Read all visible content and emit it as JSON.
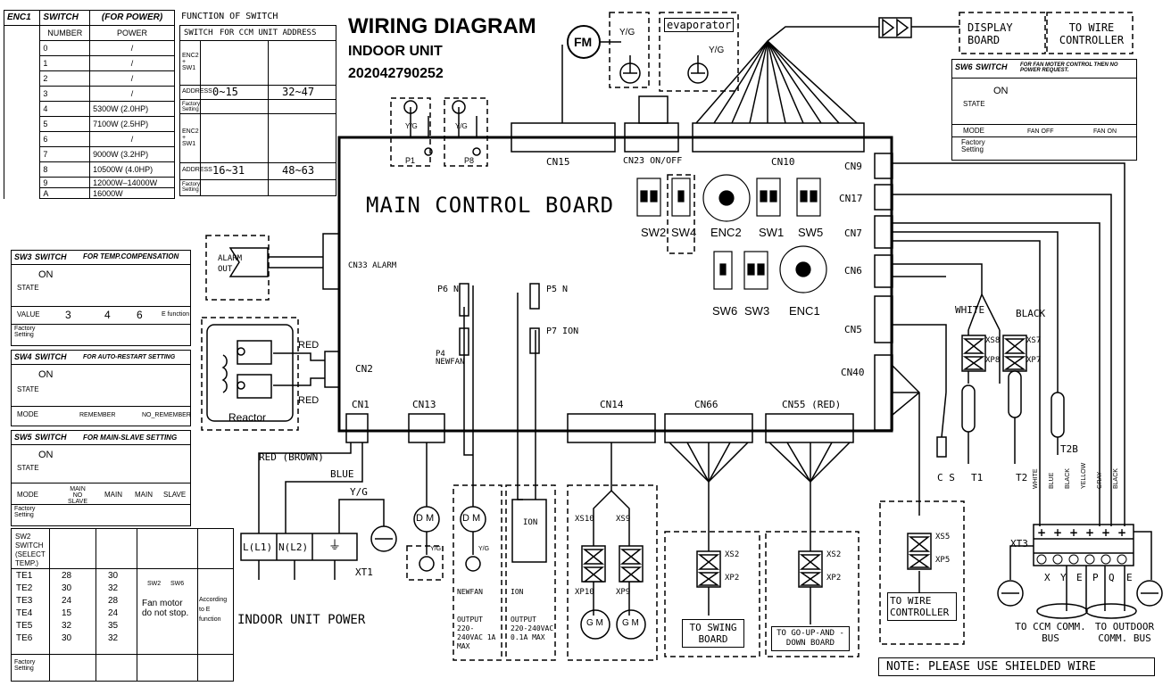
{
  "title": {
    "main": "WIRING DIAGRAM",
    "sub": "INDOOR UNIT",
    "code": "202042790252"
  },
  "enc1_table": {
    "head": [
      "ENC1",
      "SWITCH",
      "(FOR POWER)"
    ],
    "col_heads": [
      "NUMBER",
      "POWER"
    ],
    "rows": [
      [
        "0",
        "/"
      ],
      [
        "1",
        "/"
      ],
      [
        "2",
        "/"
      ],
      [
        "3",
        "/"
      ],
      [
        "4",
        "5300W  (2.0HP)"
      ],
      [
        "5",
        "7100W  (2.5HP)"
      ],
      [
        "6",
        "/"
      ],
      [
        "7",
        "9000W  (3.2HP)"
      ],
      [
        "8",
        "10500W (4.0HP)"
      ],
      [
        "9",
        "12000W–14000W"
      ],
      [
        "A",
        "16000W"
      ]
    ]
  },
  "func_switch": {
    "caption": "FUNCTION OF SWITCH",
    "head": [
      "SWITCH",
      "FOR CCM UNIT ADDRESS"
    ],
    "row_labels": [
      "ENC2 + SW1",
      "ADDRESS",
      "Factory Setting",
      "ENC2 + SW1",
      "ADDRESS",
      "Factory Setting"
    ],
    "addr1": [
      "0~15",
      "32~47"
    ],
    "addr2": [
      "16~31",
      "48~63"
    ]
  },
  "sw3_table": {
    "head": [
      "SW3",
      "SWITCH",
      "FOR TEMP.COMPENSATION"
    ],
    "state": "STATE",
    "on": "ON",
    "value_label": "VALUE",
    "values": [
      "3",
      "4",
      "6",
      "E function"
    ],
    "factory": "Factory Setting"
  },
  "sw4_table": {
    "head": [
      "SW4",
      "SWITCH",
      "FOR AUTO-RESTART SETTING"
    ],
    "state": "STATE",
    "on": "ON",
    "mode_label": "MODE",
    "modes": [
      "REMEMBER",
      "NO_REMEMBER"
    ]
  },
  "sw5_table": {
    "head": [
      "SW5",
      "SWITCH",
      "FOR MAIN-SLAVE SETTING"
    ],
    "state": "STATE",
    "on": "ON",
    "mode_label": "MODE",
    "modes": [
      "MAIN NO SLAVE",
      "MAIN",
      "MAIN",
      "SLAVE"
    ],
    "factory": "Factory Setting"
  },
  "sw2_table": {
    "head": "SW2 SWITCH (SELECT TEMP.)",
    "sub_labels": [
      "SW2",
      "SW6"
    ],
    "rows": [
      [
        "TE1",
        "28",
        "30"
      ],
      [
        "TE2",
        "30",
        "32"
      ],
      [
        "TE3",
        "24",
        "28"
      ],
      [
        "TE4",
        "15",
        "24"
      ],
      [
        "TE5",
        "32",
        "35"
      ],
      [
        "TE6",
        "30",
        "32"
      ]
    ],
    "note1": "Fan motor do not stop.",
    "note2": "According to E function",
    "factory": "Factory Setting"
  },
  "sw6_table": {
    "head": [
      "SW6",
      "SWITCH",
      "FOR FAN MOTER CONTROL THEN NO POWER REQUEST."
    ],
    "state": "STATE",
    "on": "ON",
    "mode_label": "MODE",
    "modes": [
      "FAN OFF",
      "FAN ON"
    ],
    "factory": "Factory Setting"
  },
  "board": {
    "title": "MAIN CONTROL BOARD",
    "switch_labels": [
      "SW2",
      "SW4",
      "ENC2",
      "SW1",
      "SW5",
      "SW6",
      "SW3",
      "ENC1"
    ],
    "connectors_top": [
      "CN15",
      "CN23 ON/OFF",
      "CN10"
    ],
    "connectors_right": [
      "CN9",
      "CN17",
      "CN7",
      "CN6",
      "CN5",
      "CN40"
    ],
    "connectors_bottom": [
      "CN1",
      "CN13",
      "CN14",
      "CN66",
      "CN55 (RED)"
    ],
    "cn33": "CN33 ALARM",
    "cn2": "CN2",
    "inner": [
      "P6 N",
      "P5 N",
      "P4 NEWFAN",
      "P7 ION"
    ]
  },
  "components": {
    "fm": "FM",
    "yg": "Y/G",
    "evaporator": "evaporator",
    "p1": "P1",
    "p8": "P8",
    "display_board": "DISPLAY BOARD",
    "to_wire_controller_top": "TO WIRE CONTROLLER",
    "alarm_out": "ALARM OUT",
    "reactor": "Reactor",
    "red": "RED",
    "red_brown": "RED (BROWN)",
    "blue": "BLUE",
    "l1": "L(L1)",
    "n2": "N(L2)",
    "xt1": "XT1",
    "power": "INDOOR UNIT POWER",
    "dm": "D M",
    "newfan": "NEWFAN",
    "ion": "ION",
    "out_newfan": "OUTPUT 220-240VAC 1A MAX",
    "out_ion": "OUTPUT 220-240VAC 0.1A MAX",
    "xs10": "XS10",
    "xp10": "XP10",
    "xs9": "XS9",
    "xp9": "XP9",
    "gm": "G M",
    "xs2": "XS2",
    "xp2": "XP2",
    "swing": "TO SWING BOARD",
    "updown": "TO GO-UP-AND -DOWN BOARD",
    "xs5": "XS5",
    "xp5": "XP5",
    "to_wire_controller_bottom": "TO WIRE CONTROLLER",
    "white": "WHITE",
    "black": "BLACK",
    "xs8": "XS8",
    "xp8": "XP8",
    "xs7": "XS7",
    "xp7": "XP7",
    "cs": "C S",
    "t1": "T1",
    "t2": "T2",
    "t2b": "T2B",
    "xt3": "XT3",
    "xt3_colors": [
      "WHITE",
      "BLUE",
      "BLACK",
      "YELLOW",
      "GRAY",
      "BLACK"
    ],
    "xt3_terms": [
      "X",
      "Y",
      "E",
      "P",
      "Q",
      "E"
    ],
    "to_ccm": "TO CCM COMM. BUS",
    "to_outdoor": "TO OUTDOOR COMM. BUS",
    "note": "NOTE: PLEASE USE SHIELDED WIRE"
  }
}
